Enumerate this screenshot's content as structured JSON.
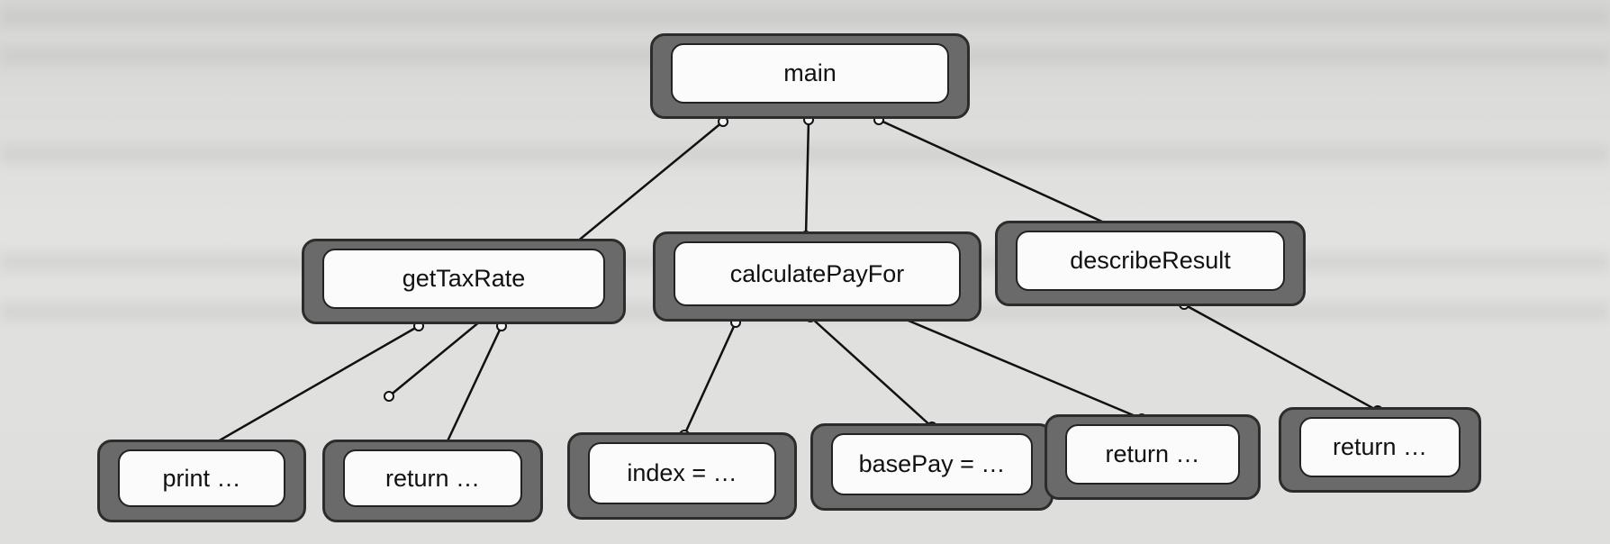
{
  "nodes": {
    "main": "main",
    "getTaxRate": "getTaxRate",
    "calculatePayFor": "calculatePayFor",
    "describeResult": "describeResult",
    "print": "print …",
    "return1": "return …",
    "index": "index = …",
    "basePay": "basePay = …",
    "return2": "return …",
    "return3": "return …"
  },
  "edges": [
    [
      "main",
      "getTaxRate"
    ],
    [
      "main",
      "calculatePayFor"
    ],
    [
      "main",
      "describeResult"
    ],
    [
      "getTaxRate",
      "print"
    ],
    [
      "getTaxRate",
      "return1"
    ],
    [
      "calculatePayFor",
      "index"
    ],
    [
      "calculatePayFor",
      "basePay"
    ],
    [
      "calculatePayFor",
      "return2"
    ],
    [
      "describeResult",
      "return3"
    ]
  ]
}
